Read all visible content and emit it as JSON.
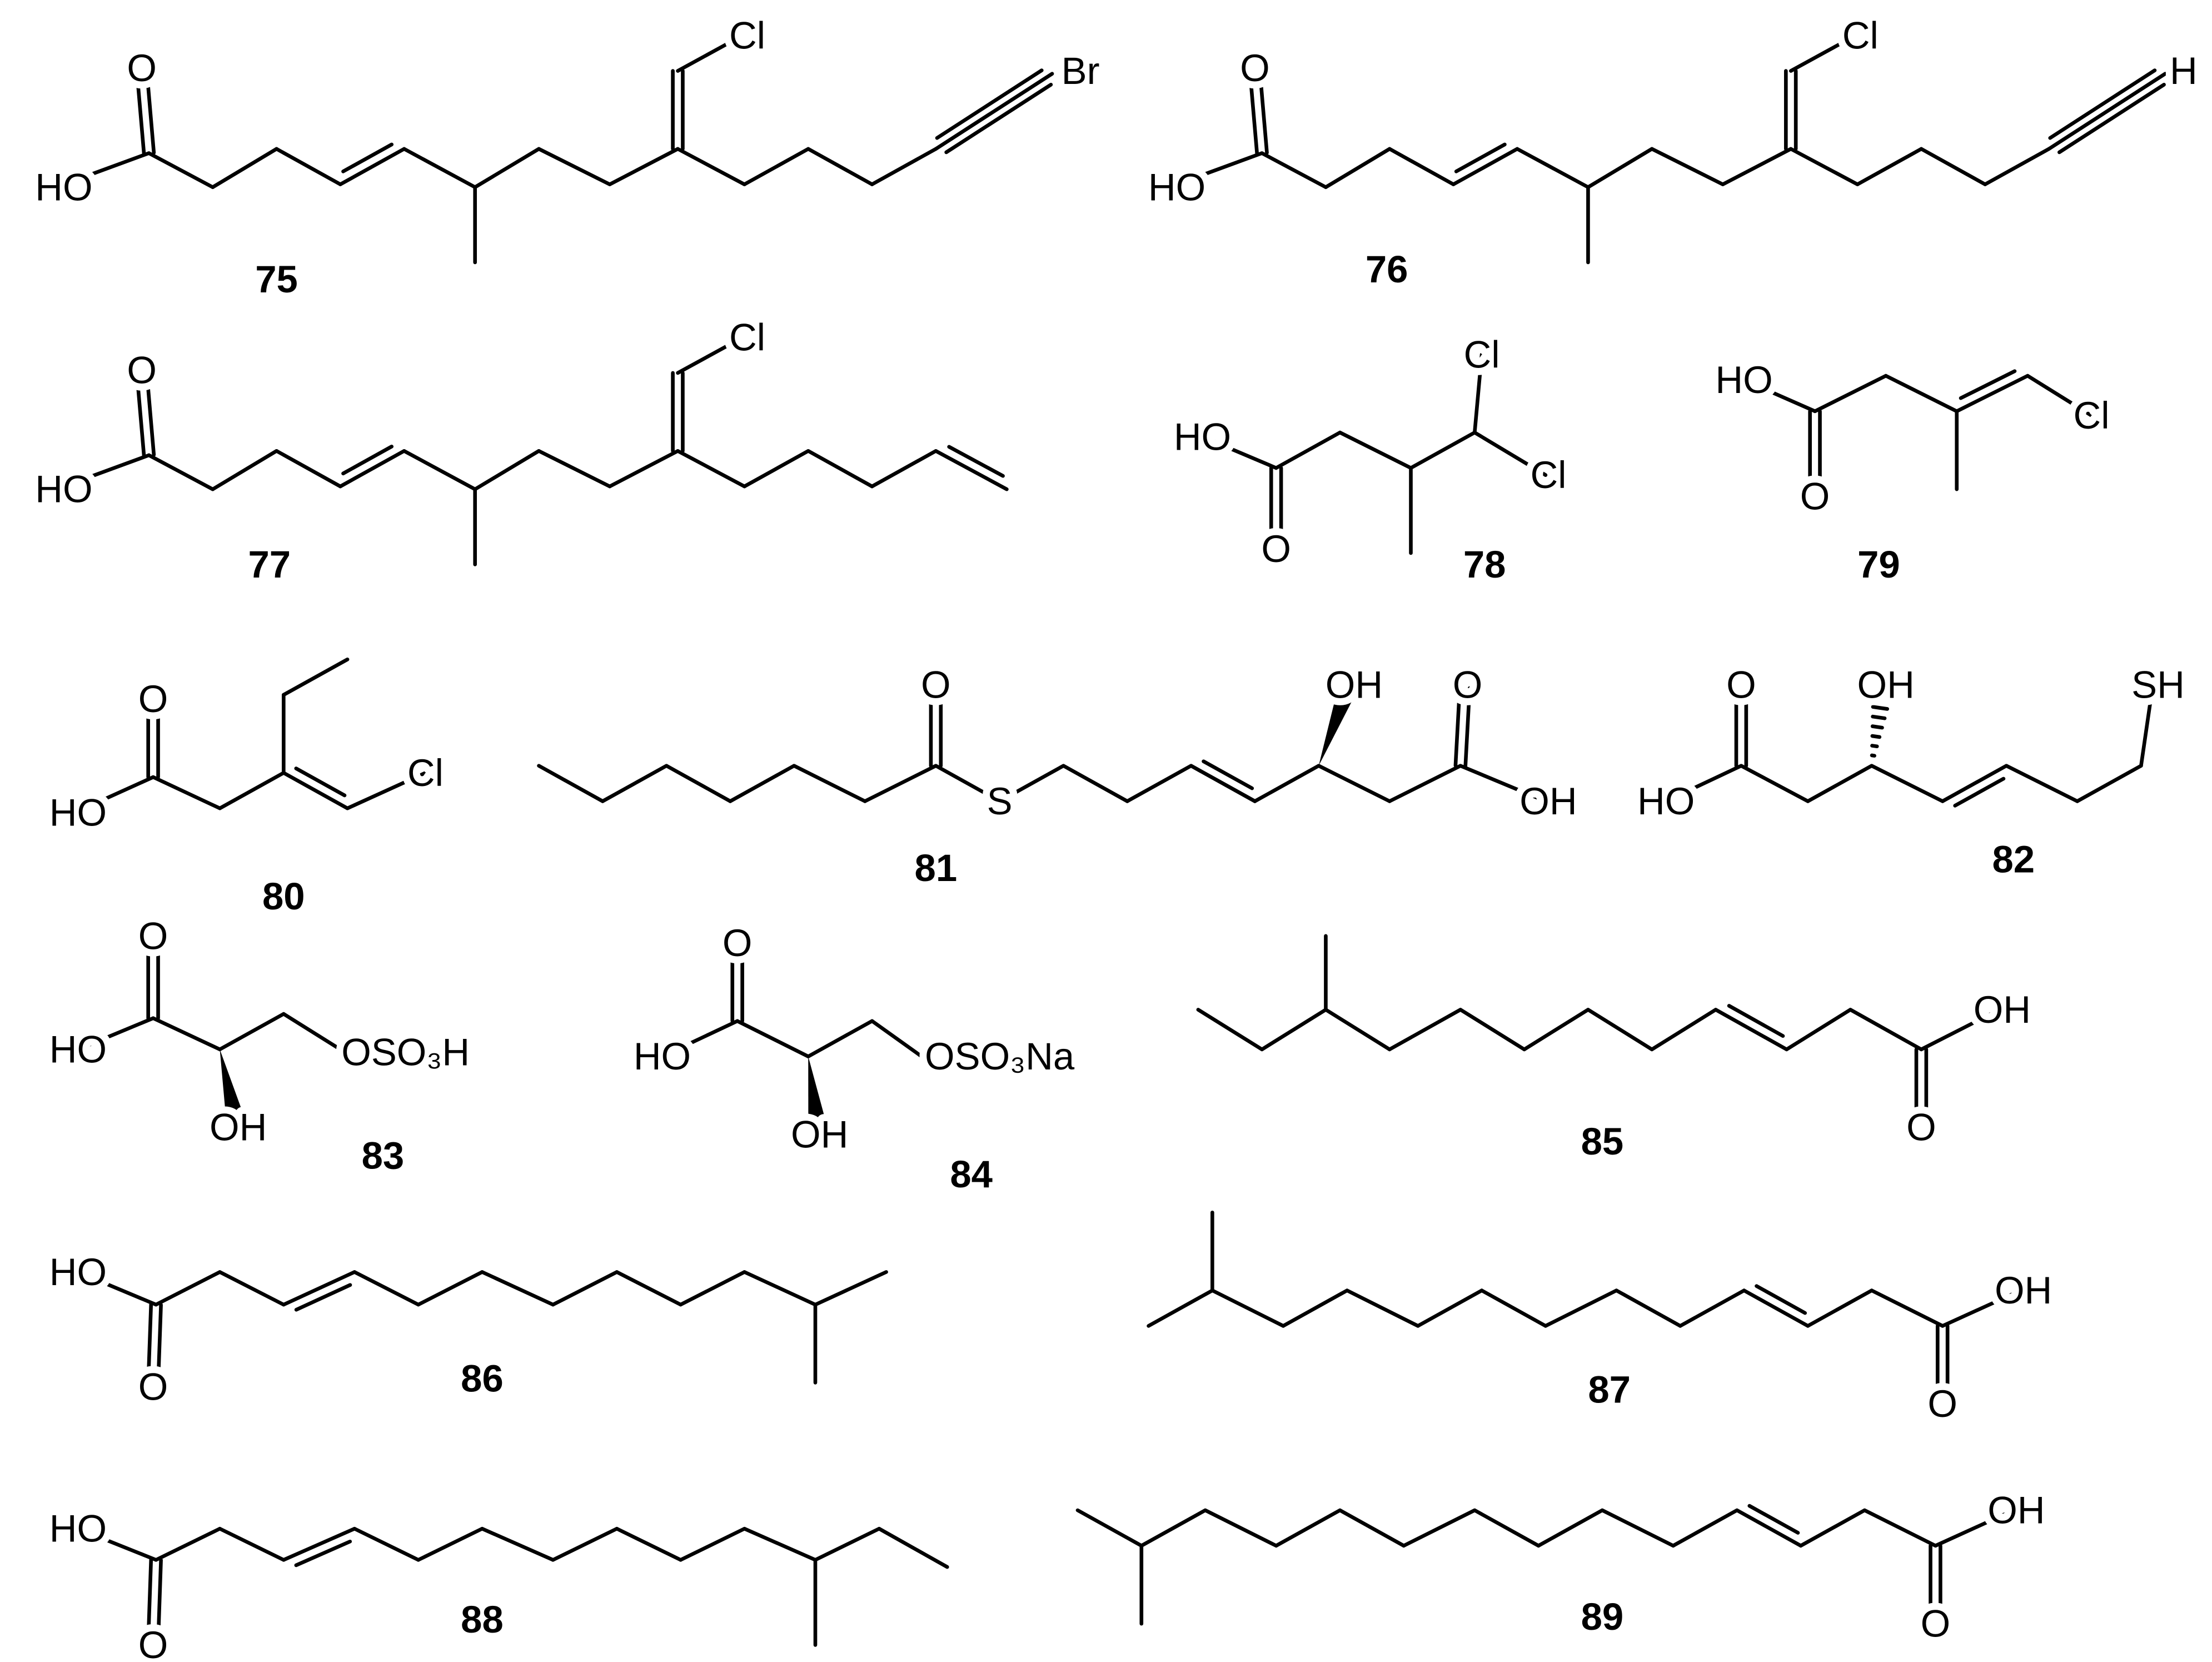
{
  "figure": {
    "compounds": [
      {
        "id": "75",
        "atoms": {
          "o": "O",
          "ho": "HO",
          "cl": "Cl",
          "end": "Br"
        }
      },
      {
        "id": "76",
        "atoms": {
          "o": "O",
          "ho": "HO",
          "cl": "Cl",
          "end": "H"
        }
      },
      {
        "id": "77",
        "atoms": {
          "o": "O",
          "ho": "HO",
          "cl": "Cl"
        }
      },
      {
        "id": "78",
        "atoms": {
          "o": "O",
          "ho": "HO",
          "cl1": "Cl",
          "cl2": "Cl"
        }
      },
      {
        "id": "79",
        "atoms": {
          "o": "O",
          "ho": "HO",
          "cl": "Cl"
        }
      },
      {
        "id": "80",
        "atoms": {
          "o": "O",
          "ho": "HO",
          "cl": "Cl"
        }
      },
      {
        "id": "81",
        "atoms": {
          "o1": "O",
          "s": "S",
          "oh": "OH",
          "o2": "O",
          "oh2": "OH"
        }
      },
      {
        "id": "82",
        "atoms": {
          "o": "O",
          "ho": "HO",
          "oh": "OH",
          "sh": "SH"
        }
      },
      {
        "id": "83",
        "atoms": {
          "o": "O",
          "ho": "HO",
          "oh": "OH",
          "sulfate": "OSO₃H"
        }
      },
      {
        "id": "84",
        "atoms": {
          "o": "O",
          "ho": "HO",
          "oh": "OH",
          "sulfate": "OSO₃Na"
        }
      },
      {
        "id": "85",
        "atoms": {
          "oh": "OH",
          "o": "O"
        }
      },
      {
        "id": "86",
        "atoms": {
          "ho": "HO",
          "o": "O"
        }
      },
      {
        "id": "87",
        "atoms": {
          "oh": "OH",
          "o": "O"
        }
      },
      {
        "id": "88",
        "atoms": {
          "ho": "HO",
          "o": "O"
        }
      },
      {
        "id": "89",
        "atoms": {
          "oh": "OH",
          "o": "O"
        }
      }
    ]
  }
}
